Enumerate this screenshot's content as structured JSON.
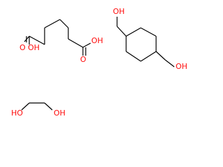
{
  "colors": {
    "bond": "#000000",
    "oxygen_label": "#ff0d0d",
    "background": "#ffffff"
  },
  "molecules": {
    "adipic_acid": {
      "left_acid_label": "OH",
      "left_carbonyl_label": "O",
      "right_acid_label": "OH",
      "right_carbonyl_label": "O"
    },
    "cyclohexanedimethanol": {
      "top_hydroxyl_label": "OH",
      "bottom_hydroxyl_label": "OH"
    },
    "ethylene_glycol": {
      "left_hydroxyl_label": "HO",
      "right_hydroxyl_label": "OH"
    }
  }
}
